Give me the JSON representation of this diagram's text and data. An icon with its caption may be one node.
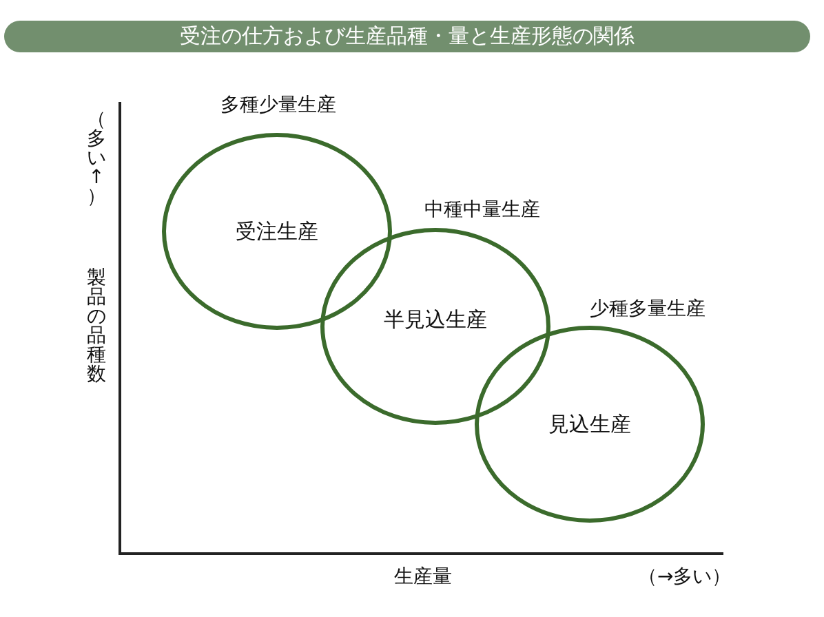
{
  "diagram": {
    "title": "受注の仕方および生産品種・量と生産形態の関係",
    "nodes": [
      {
        "text": [
          "受注生産"
        ],
        "beside": [
          "多種少量生産"
        ]
      },
      {
        "text": [
          "半見込生産"
        ],
        "beside": [
          "中種中量生産"
        ]
      },
      {
        "text": [
          "見込生産"
        ],
        "beside": [
          "少種多量生産"
        ]
      }
    ],
    "labels": [
      "（多い↑）",
      "製品の品種数",
      "生産量",
      "（→多い）"
    ]
  }
}
